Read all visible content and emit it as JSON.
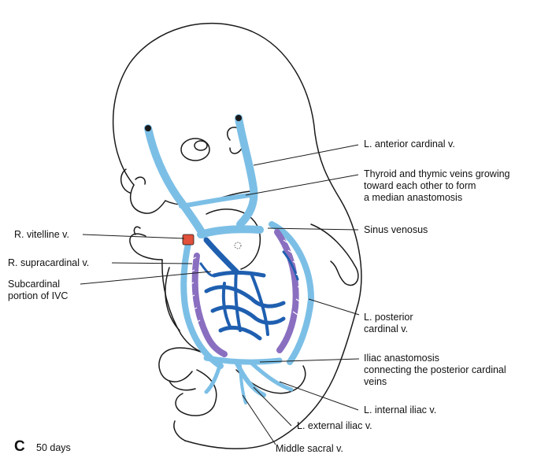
{
  "panel": {
    "letter": "C",
    "subtitle": "50 days"
  },
  "labels": {
    "l_anterior_cardinal": "L. anterior cardinal v.",
    "thyroid_thymic": "Thyroid and thymic veins growing\ntoward each other to form\na median anastomosis",
    "sinus_venosus": "Sinus venosus",
    "r_vitelline": "R. vitelline v.",
    "r_supracardinal": "R. supracardinal v.",
    "subcardinal_ivc": "Subcardinal\nportion of IVC",
    "l_posterior_cardinal": "L. posterior\ncardinal v.",
    "iliac_anastomosis": "Iliac anastomosis\nconnecting the posterior cardinal\nveins",
    "l_internal_iliac": "L. internal iliac v.",
    "l_external_iliac": "L. external iliac v.",
    "middle_sacral": "Middle sacral v."
  },
  "colors": {
    "outline": "#1a1a1a",
    "light_blue_vein": "#7cbfe6",
    "dark_blue_vein": "#1f5fb0",
    "purple_vein": "#8a6fc0",
    "vitelline_orange": "#e0503a"
  }
}
